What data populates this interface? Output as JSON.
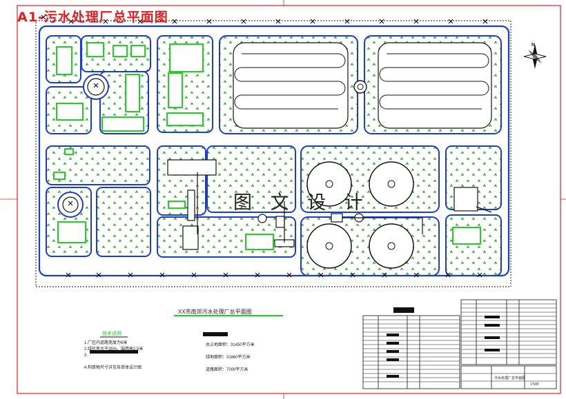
{
  "drawing": {
    "title": "A1-污水处理厂总平面图",
    "watermark": "图 文 设 计",
    "plan_title": "XX市南郊污水处理厂总平面图"
  },
  "notes": {
    "heading": "技术说明",
    "lines": [
      "1.厂区内道路宽度为6米",
      "2.绿化率大于35%，围墙高2.5米",
      "3.",
      "4.构筑物尺寸详见各单体设计图"
    ]
  },
  "areas": [
    {
      "label": "总占地面积：",
      "value": "31450平方米"
    },
    {
      "label": "绿地面积：",
      "value": "31660平方米"
    },
    {
      "label": "道路面积：",
      "value": "7000平方米"
    }
  ],
  "title_block": {
    "name": "污水处理厂总平面图",
    "scale": "1:500"
  },
  "legend": {
    "compass_label": "N"
  },
  "colors": {
    "road": "#1a3cd6",
    "building": "#22d022",
    "grass": "#1aa01a",
    "border": "#e02020",
    "tree": "#111111"
  }
}
